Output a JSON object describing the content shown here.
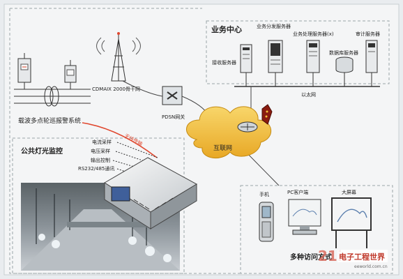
{
  "labels": {
    "business_center": "业务中心",
    "dispatch_server": "业务分发服务器",
    "processing_server": "业务处理服务器(x)",
    "audit_server": "审计服务器",
    "receiving_server": "接收服务器",
    "database_server": "数据库服务器",
    "ethernet": "以太网",
    "cdma_network": "CDMAIX 2000骨干网",
    "pdsn_gateway": "PDSN网关",
    "internet": "互联网",
    "alarm_system": "载波多点轮巡报警系统",
    "public_lighting": "公共灯光监控",
    "wireless_link": "无线传输",
    "current_sampling": "电流采样",
    "voltage_sampling": "电压采样",
    "output_control": "输出控制",
    "rs_interface": "RS232/485通讯",
    "mobile_phone": "手机",
    "pc_client": "PC客户端",
    "big_screen": "大屏幕",
    "access_methods": "多种访问方式",
    "watermark_number": "21ic",
    "watermark_brand": "电子工程世界",
    "watermark_url": "eeworld.com.cn"
  },
  "colors": {
    "background": "#e9ecef",
    "dashed_border": "#9aa5a8",
    "cloud_fill": "#f3c23a",
    "wireless_link": "#e0472e",
    "watermark_red": "#c0392b"
  }
}
